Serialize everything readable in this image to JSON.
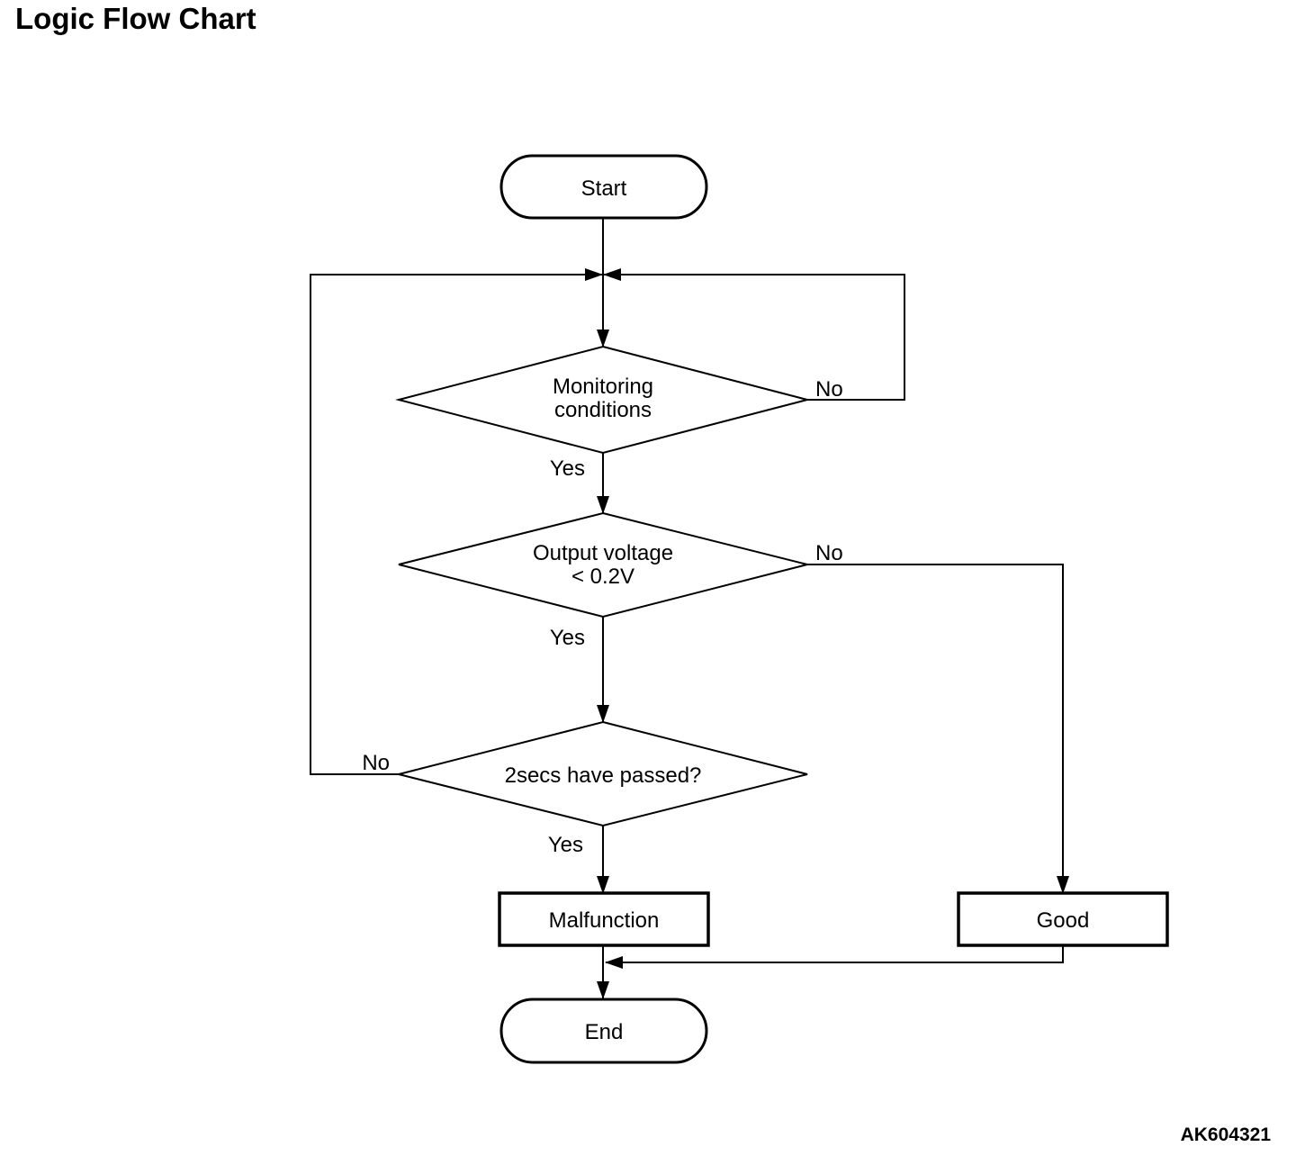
{
  "page": {
    "title": "Logic Flow Chart",
    "figure_code": "AK604321"
  },
  "flowchart": {
    "nodes": {
      "start": {
        "type": "terminator",
        "label": "Start"
      },
      "monitoring": {
        "type": "decision",
        "line1": "Monitoring",
        "line2": "conditions"
      },
      "output_voltage": {
        "type": "decision",
        "line1": "Output voltage",
        "line2": "< 0.2V"
      },
      "two_secs": {
        "type": "decision",
        "label": "2secs have passed?"
      },
      "malfunction": {
        "type": "process",
        "label": "Malfunction"
      },
      "good": {
        "type": "process",
        "label": "Good"
      },
      "end": {
        "type": "terminator",
        "label": "End"
      }
    },
    "edge_labels": {
      "monitoring_yes": "Yes",
      "monitoring_no": "No",
      "output_yes": "Yes",
      "output_no": "No",
      "two_secs_yes": "Yes",
      "two_secs_no": "No"
    },
    "colors": {
      "line": "#000000",
      "text": "#000000",
      "background": "#ffffff"
    }
  }
}
